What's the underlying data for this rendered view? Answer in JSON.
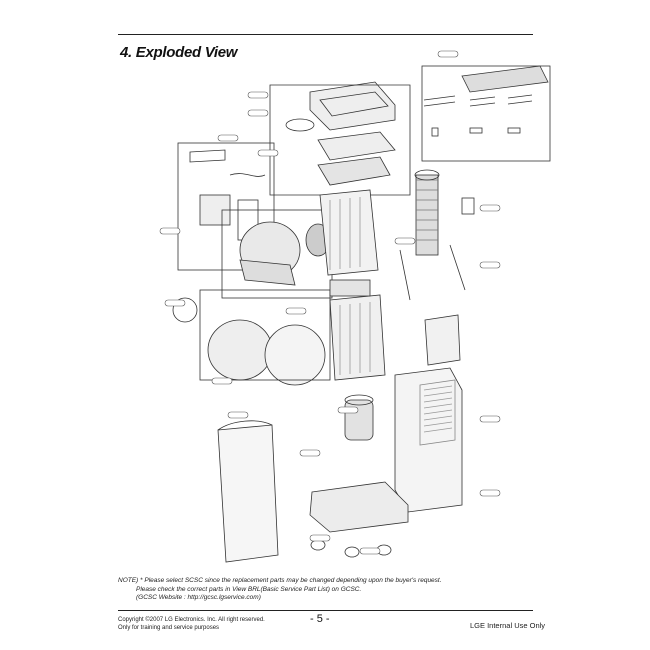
{
  "page": {
    "title": "4. Exploded View"
  },
  "note": {
    "lines": [
      "NOTE) * Please select SCSC since the replacement parts may be changed depending upon the buyer's request.",
      "Please check the correct parts in View BRL(Basic Service Part List) on GCSC.",
      "(GCSC Website : http://gcsc.lgservice.com)"
    ]
  },
  "footer": {
    "copyright": "Copyright ©2007 LG Electronics. Inc. All right reserved.",
    "training": "Only for training and service purposes",
    "page_number": "- 5 -",
    "internal": "LGE Internal Use Only"
  }
}
